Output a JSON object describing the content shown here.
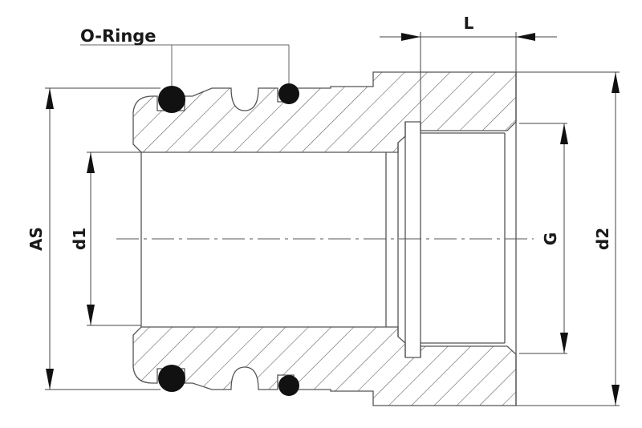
{
  "drawing": {
    "title_label": "O-Ringe",
    "dimensions": {
      "L": "L",
      "AS": "AS",
      "d1": "d1",
      "G": "G",
      "d2": "d2"
    },
    "colors": {
      "line": "#555555",
      "ring": "#111111",
      "text": "#1a1a1a",
      "background": "#ffffff"
    }
  }
}
